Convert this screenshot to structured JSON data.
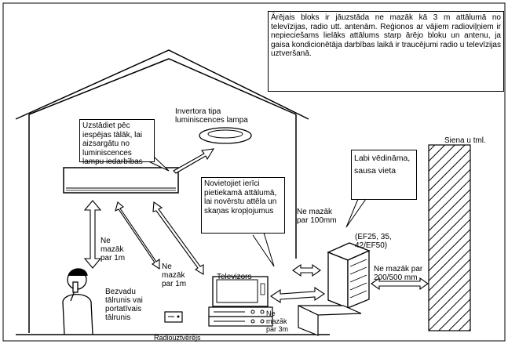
{
  "notes": {
    "antenna": "Ārējais bloks ir jāuzstāda ne mazāk kā 3 m attālumā no televīzijas, radio utt. antenām. Reģionos ar vājiem radioviļņiem ir nepieciešams lielāks attālums starp ārējo bloku un antenu, ja gaisa kondicionētāja darbības laikā ir traucējumi radio u televīzijas uztveršanā.",
    "fluorescent": "Uzstādiet pēc iespējas tālāk, lai aizsargātu no luminiscences lampu iedarbības",
    "distance": "Novietojiet ierīci pietiekamā attālumā, lai novērstu attēla un skaņas kropļojumus",
    "ventilated": "Labi vēdināma, sausa vieta"
  },
  "labels": {
    "inverter_lamp": [
      "Invertora tipa",
      "luminiscences lampa"
    ],
    "wall": "Siena u tml.",
    "min_100": [
      "Ne mazāk",
      "par 100mm"
    ],
    "models": [
      "(EF25, 35,",
      "42/EF50)"
    ],
    "min_200_500": [
      "Ne mazāk par",
      "200/500 mm"
    ],
    "min_1m_left": [
      "Ne",
      "mazāk",
      "par 1m"
    ],
    "min_1m_mid": [
      "Ne",
      "mazāk",
      "par 1m"
    ],
    "cordless_phone": [
      "Bezvadu",
      "tālrunis vai",
      "portatīvais",
      "tālrunis"
    ],
    "tv": "Televizors",
    "min_3m": [
      "Ne",
      "mazāk",
      "par 3m"
    ],
    "radio": "Radiouztvērējs"
  }
}
